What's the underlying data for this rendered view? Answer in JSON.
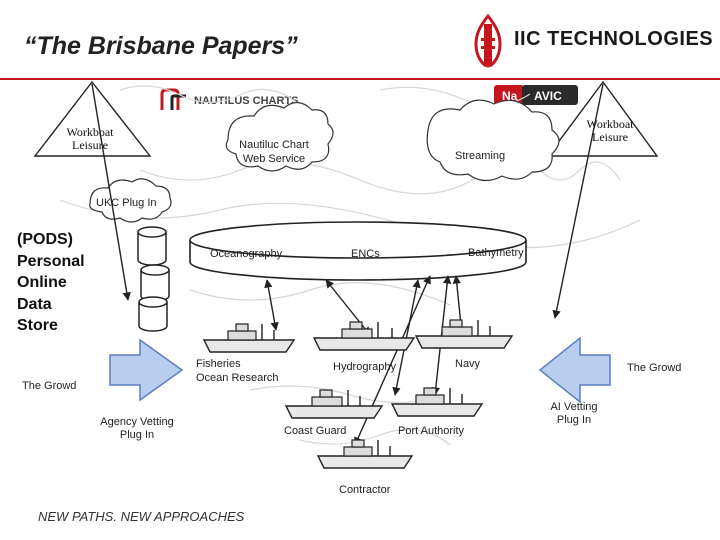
{
  "header": {
    "title": "“The Brisbane Papers”",
    "company_logo_text": "IIC TECHNOLOGIES",
    "brand_color": "#c4161c"
  },
  "logos": {
    "nautilus": "NAUTILUS CHARTS",
    "navic_na": "Na",
    "navic_avic": "AVIC"
  },
  "labels": {
    "workboat_left": "Workboat\nLeisure",
    "workboat_right": "Workboat\nLeisure",
    "nautilus_web": "Nautiluc Chart\nWeb Service",
    "streaming": "Streaming",
    "ukc": "UKC Plug In",
    "pods": "(PODS)\nPersonal\nOnline\nData\nStore",
    "oceanography": "Oceanography",
    "encs": "ENCs",
    "bathymetry": "Bathymetry",
    "fisheries": "Fisheries\nOcean Research",
    "hydrography": "Hydrography",
    "navy": "Navy",
    "growd_left": "The Growd",
    "growd_right": "The Growd",
    "agency_vetting": "Agency Vetting\nPlug In",
    "ai_vetting": "AI Vetting\nPlug In",
    "coast_guard": "Coast Guard",
    "port_authority": "Port Authority",
    "contractor": "Contractor"
  },
  "footer": {
    "text": "NEW PATHS. NEW APPROACHES"
  },
  "icons": {
    "ship": "ship-icon",
    "database": "database-icon",
    "arrow": "arrow-icon",
    "cloud": "cloud-icon",
    "triangle": "triangle-icon"
  },
  "colors": {
    "arrow_fill": "#b9cdef",
    "arrow_stroke": "#5b7fc0",
    "line": "#222222"
  }
}
